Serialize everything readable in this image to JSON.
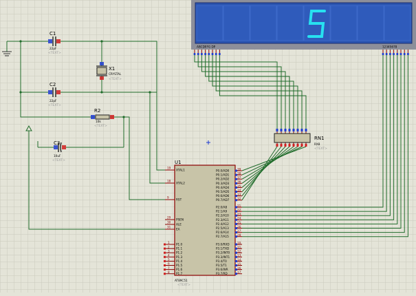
{
  "display": {
    "digit": "5",
    "segment_labels": "ABCDEFG DP",
    "digit_labels": "12345678",
    "body_color": "#2a54b0",
    "digit_color": "#27e1f0"
  },
  "components": {
    "c1": {
      "ref": "C1",
      "value": "22pF",
      "text": "<TEXT>"
    },
    "c2": {
      "ref": "C2",
      "value": "22pF",
      "text": "<TEXT>"
    },
    "c3": {
      "ref": "C3",
      "value": "10uF",
      "text": "<TEXT>"
    },
    "r2": {
      "ref": "R2",
      "value": "10k",
      "text": "<TEXT>"
    },
    "x1": {
      "ref": "X1",
      "value": "CRYSTAL",
      "text": "<TEXT>"
    },
    "rn1": {
      "ref": "RN1",
      "value": "RX8",
      "text": "<TEXT>"
    },
    "u1": {
      "ref": "U1",
      "value": "AT89C51",
      "text": "<TEXT>"
    }
  },
  "mcu": {
    "left_pins": [
      {
        "num": "19",
        "name": "XTAL1"
      },
      {
        "num": "18",
        "name": "XTAL2"
      },
      {
        "num": "9",
        "name": "RST"
      },
      {
        "num": "29",
        "name": "PSEN"
      },
      {
        "num": "30",
        "name": "ALE"
      },
      {
        "num": "31",
        "name": "EA"
      }
    ],
    "p1_pins": [
      {
        "num": "1",
        "name": "P1.0"
      },
      {
        "num": "2",
        "name": "P1.1"
      },
      {
        "num": "3",
        "name": "P1.2"
      },
      {
        "num": "4",
        "name": "P1.3"
      },
      {
        "num": "5",
        "name": "P1.4"
      },
      {
        "num": "6",
        "name": "P1.5"
      },
      {
        "num": "7",
        "name": "P1.6"
      },
      {
        "num": "8",
        "name": "P1.7"
      }
    ],
    "p0_pins": [
      {
        "num": "39",
        "name": "P0.0/AD0"
      },
      {
        "num": "38",
        "name": "P0.1/AD1"
      },
      {
        "num": "37",
        "name": "P0.2/AD2"
      },
      {
        "num": "36",
        "name": "P0.3/AD3"
      },
      {
        "num": "35",
        "name": "P0.4/AD4"
      },
      {
        "num": "34",
        "name": "P0.5/AD5"
      },
      {
        "num": "33",
        "name": "P0.6/AD6"
      },
      {
        "num": "32",
        "name": "P0.7/AD7"
      }
    ],
    "p2_pins": [
      {
        "num": "21",
        "name": "P2.0/A8"
      },
      {
        "num": "22",
        "name": "P2.1/A9"
      },
      {
        "num": "23",
        "name": "P2.2/A10"
      },
      {
        "num": "24",
        "name": "P2.3/A11"
      },
      {
        "num": "25",
        "name": "P2.4/A12"
      },
      {
        "num": "26",
        "name": "P2.5/A13"
      },
      {
        "num": "27",
        "name": "P2.6/A14"
      },
      {
        "num": "28",
        "name": "P2.7/A15"
      }
    ],
    "p3_pins": [
      {
        "num": "10",
        "name": "P3.0/RXD"
      },
      {
        "num": "11",
        "name": "P3.1/TXD"
      },
      {
        "num": "12",
        "name": "P3.2/INT0"
      },
      {
        "num": "13",
        "name": "P3.3/INT1"
      },
      {
        "num": "14",
        "name": "P3.4/T0"
      },
      {
        "num": "15",
        "name": "P3.5/T1"
      },
      {
        "num": "16",
        "name": "P3.6/WR"
      },
      {
        "num": "17",
        "name": "P3.7/RD"
      }
    ]
  },
  "colors": {
    "background": "#e4e4d8",
    "grid": "#cacabd",
    "wire": "#1f6b2a",
    "chip_fill": "#c8c4a8",
    "chip_border": "#8b0000",
    "pin_terminal_blue": "#1e3cd0",
    "pin_terminal_red": "#d02020"
  }
}
